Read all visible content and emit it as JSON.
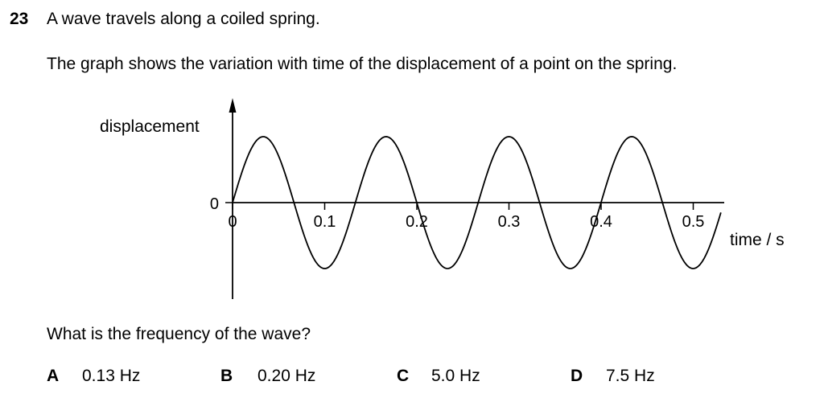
{
  "question": {
    "number": "23",
    "stem": "A wave travels along a coiled spring.",
    "intro": "The graph shows the variation with time of the displacement of a point on the spring.",
    "prompt": "What is the frequency of the wave?"
  },
  "options": [
    {
      "letter": "A",
      "text": "0.13 Hz"
    },
    {
      "letter": "B",
      "text": "0.20 Hz"
    },
    {
      "letter": "C",
      "text": "5.0 Hz"
    },
    {
      "letter": "D",
      "text": "7.5 Hz"
    }
  ],
  "chart_data": {
    "type": "line",
    "title": "",
    "xlabel": "time / s",
    "ylabel": "displacement",
    "x_ticks": [
      "0",
      "0.1",
      "0.2",
      "0.3",
      "0.4",
      "0.5"
    ],
    "y_ticks": [
      "0"
    ],
    "xlim": [
      0,
      0.53
    ],
    "grid": false,
    "series": [
      {
        "function": "sine",
        "amplitude": 1,
        "period_s": 0.1333,
        "phase": 0,
        "x_start": 0,
        "x_end": 0.53
      }
    ]
  }
}
